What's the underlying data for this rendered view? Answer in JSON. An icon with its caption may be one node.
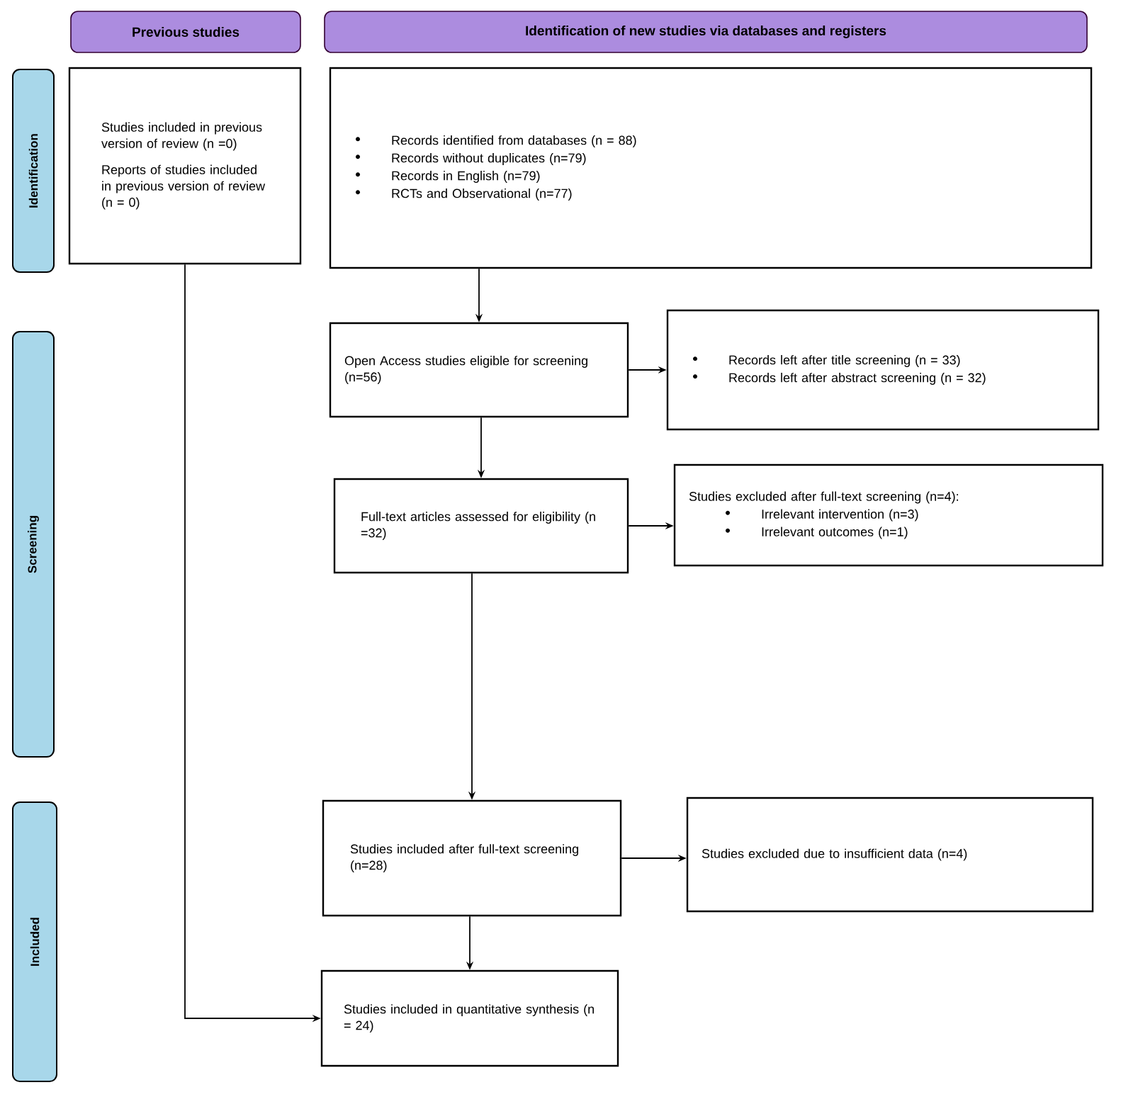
{
  "diagram": {
    "nodes": [
      {
        "text": [
          "Previous studies"
        ]
      },
      {
        "text": [
          "Identification of new studies via databases and registers"
        ]
      },
      {
        "text": [
          "Identification"
        ]
      },
      {
        "text": [
          "Screening"
        ]
      },
      {
        "text": [
          "Included"
        ]
      },
      {
        "text": [
          "Studies included in previous version of review (n =0)",
          "Reports of studies included in previous version of review (n = 0)"
        ]
      },
      {
        "text": [
          "Records identified from databases (n = 88)",
          "Records without duplicates (n=79)",
          "Records in English (n=79)",
          "RCTs and Observational (n=77)"
        ]
      },
      {
        "text": [
          "Open Access studies eligible for screening (n=56)"
        ]
      },
      {
        "text": [
          "Records left after title screening (n = 33)",
          "Records left after abstract screening (n = 32)"
        ]
      },
      {
        "text": [
          "Full-text articles assessed for eligibility (n =32)"
        ]
      },
      {
        "text": [
          "Studies excluded after full-text screening (n=4):",
          "Irrelevant intervention (n=3)",
          "Irrelevant outcomes (n=1)"
        ]
      },
      {
        "text": [
          "Studies included after full-text screening (n=28)"
        ]
      },
      {
        "text": [
          "Studies excluded due to insufficient data (n=4)"
        ]
      },
      {
        "text": [
          "Studies included in quantitative synthesis (n = 24)"
        ]
      }
    ],
    "edges": [
      {
        "from": 6,
        "to": 7,
        "arrow": "to"
      },
      {
        "from": 7,
        "to": 8,
        "arrow": "to"
      },
      {
        "from": 7,
        "to": 9,
        "arrow": "to"
      },
      {
        "from": 9,
        "to": 10,
        "arrow": "to"
      },
      {
        "from": 9,
        "to": 11,
        "arrow": "to"
      },
      {
        "from": 11,
        "to": 12,
        "arrow": "to"
      },
      {
        "from": 11,
        "to": 13,
        "arrow": "to"
      },
      {
        "from": 5,
        "to": 13,
        "arrow": "to"
      }
    ]
  }
}
